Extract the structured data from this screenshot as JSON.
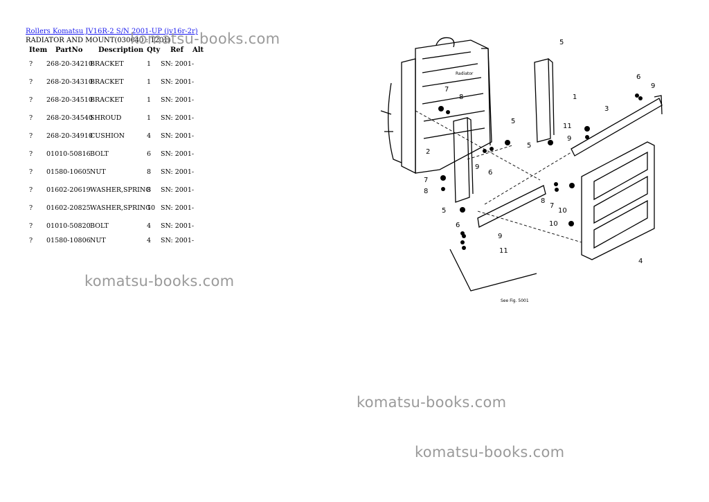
{
  "header": {
    "link_text": "Rollers Komatsu JV16R-2 S/N 2001-UP (jv16r-2r)",
    "subtitle": "RADIATOR AND MOUNT(030040 : 1201)"
  },
  "table": {
    "columns": [
      "Item",
      "PartNo",
      "Description",
      "Qty",
      "Ref",
      "Alt"
    ],
    "rows": [
      {
        "item": "?",
        "partno": "268-20-34210",
        "description": "BRACKET",
        "qty": "1",
        "ref": "SN: 2001-"
      },
      {
        "item": "?",
        "partno": "268-20-34310",
        "description": "BRACKET",
        "qty": "1",
        "ref": "SN: 2001-"
      },
      {
        "item": "?",
        "partno": "268-20-34510",
        "description": "BRACKET",
        "qty": "1",
        "ref": "SN: 2001-"
      },
      {
        "item": "?",
        "partno": "268-20-34540",
        "description": "SHROUD",
        "qty": "1",
        "ref": "SN: 2001-"
      },
      {
        "item": "?",
        "partno": "268-20-34910",
        "description": "CUSHION",
        "qty": "4",
        "ref": "SN: 2001-"
      },
      {
        "item": "?",
        "partno": "01010-50816",
        "description": "BOLT",
        "qty": "6",
        "ref": "SN: 2001-"
      },
      {
        "item": "?",
        "partno": "01580-10605",
        "description": "NUT",
        "qty": "8",
        "ref": "SN: 2001-"
      },
      {
        "item": "?",
        "partno": "01602-20619",
        "description": "WASHER,SPRING",
        "qty": "8",
        "ref": "SN: 2001-"
      },
      {
        "item": "?",
        "partno": "01602-20825",
        "description": "WASHER,SPRING",
        "qty": "10",
        "ref": "SN: 2001-"
      },
      {
        "item": "?",
        "partno": "01010-50820",
        "description": "BOLT",
        "qty": "4",
        "ref": "SN: 2001-"
      },
      {
        "item": "?",
        "partno": "01580-10806",
        "description": "NUT",
        "qty": "4",
        "ref": "SN: 2001-"
      }
    ]
  },
  "watermark": "komatsu-books.com",
  "diagram": {
    "radiator_label": "Radiator",
    "see_fig": "See Fig. 5001",
    "callouts": [
      "1",
      "2",
      "3",
      "4",
      "5",
      "5",
      "5",
      "5",
      "6",
      "6",
      "6",
      "7",
      "7",
      "7",
      "8",
      "8",
      "8",
      "9",
      "9",
      "9",
      "9",
      "10",
      "10",
      "11",
      "11"
    ]
  }
}
